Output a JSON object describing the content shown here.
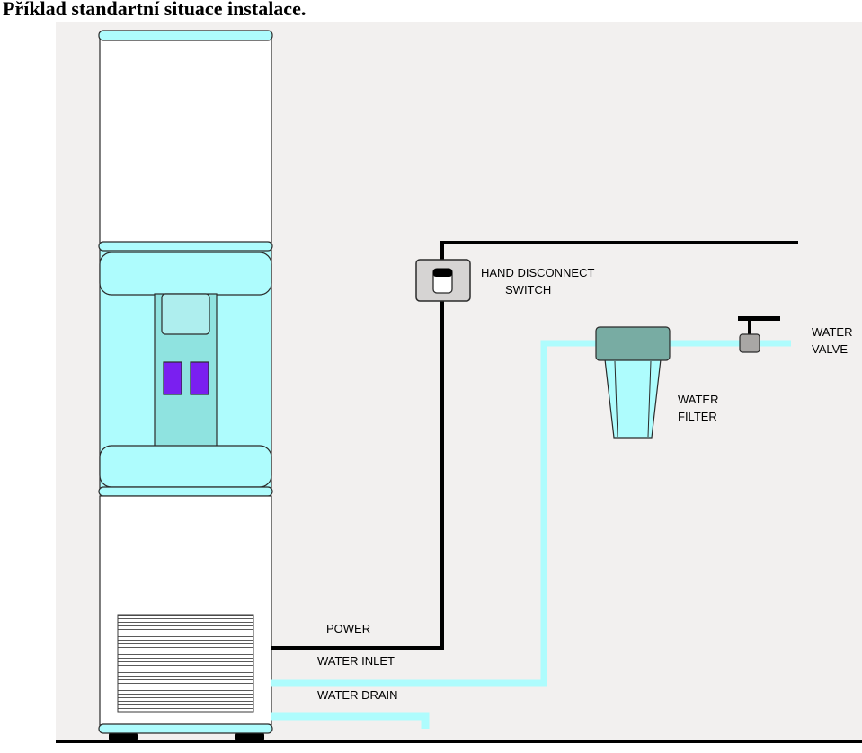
{
  "title": "Příklad standartní situace instalace.",
  "labels": {
    "hand_disconnect_line1": "HAND DISCONNECT",
    "hand_disconnect_line2": "SWITCH",
    "water_valve_line1": "WATER",
    "water_valve_line2": "VALVE",
    "water_filter_line1": "WATER",
    "water_filter_line2": "FILTER",
    "power": "POWER",
    "water_inlet": "WATER INLET",
    "water_drain": "WATER DRAIN"
  },
  "colors": {
    "background_panel": "#f2f0ef",
    "cabinet_white": "#ffffff",
    "cyan_light": "#aefcfd",
    "cyan_panel": "#8fe3e0",
    "teal_dark": "#7fb8b0",
    "teal_filter": "#78aca3",
    "water_line": "#aefcfd",
    "power_line": "#000000",
    "purple_button": "#7a1ff0",
    "switch_box": "#d6d4d3",
    "valve_gray": "#a9a7a5"
  }
}
